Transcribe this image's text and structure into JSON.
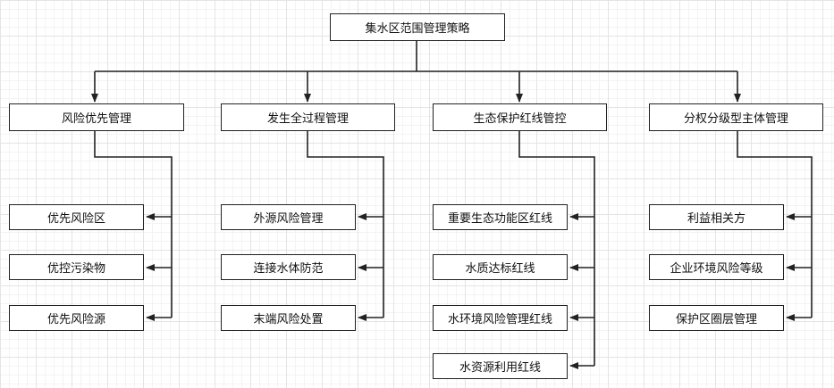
{
  "root": {
    "label": "集水区范围管理策略"
  },
  "branches": [
    {
      "label": "风险优先管理",
      "children": [
        "优先风险区",
        "优控污染物",
        "优先风险源"
      ]
    },
    {
      "label": "发生全过程管理",
      "children": [
        "外源风险管理",
        "连接水体防范",
        "末端风险处置"
      ]
    },
    {
      "label": "生态保护红线管控",
      "children": [
        "重要生态功能区红线",
        "水质达标红线",
        "水环境风险管理红线",
        "水资源利用红线"
      ]
    },
    {
      "label": "分权分级型主体管理",
      "children": [
        "利益相关方",
        "企业环境风险等级",
        "保护区圈层管理"
      ]
    }
  ]
}
